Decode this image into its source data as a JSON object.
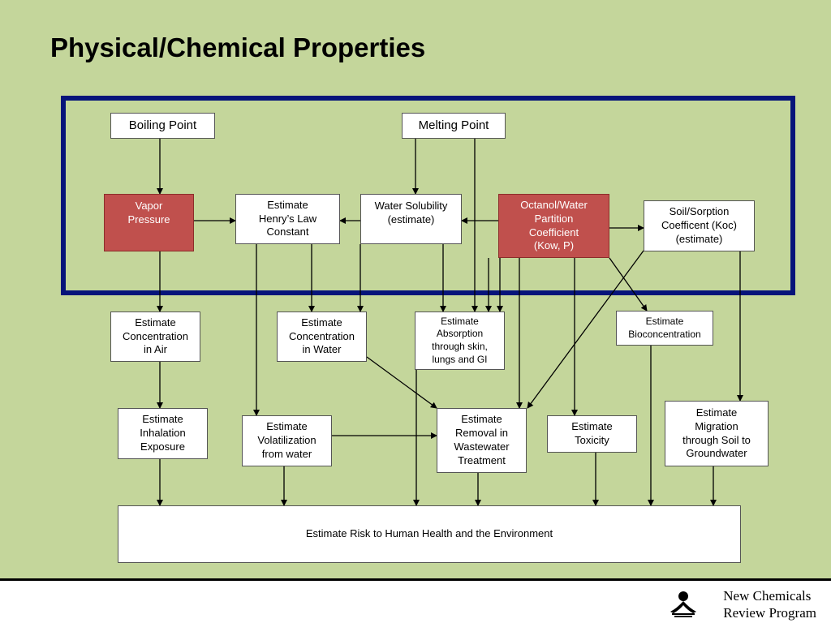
{
  "slide": {
    "title": "Physical/Chemical Properties"
  },
  "nodes": {
    "boiling_point": "Boiling Point",
    "melting_point": "Melting Point",
    "vapor_pressure": "Vapor\nPressure",
    "henrys_law": "Estimate\nHenry’s Law\nConstant",
    "water_solubility": "Water  Solubility\n(estimate)",
    "octanol_water": "Octanol/Water\nPartition\nCoefficient\n(Kow, P)",
    "soil_sorption": "Soil/Sorption\nCoefficent (Koc)\n(estimate)",
    "conc_air": "Estimate\nConcentration\nin Air",
    "conc_water": "Estimate\nConcentration\nin Water",
    "absorption": "Estimate\nAbsorption\nthrough skin,\nlungs and GI",
    "bioconcentration": "Estimate\nBioconcentration",
    "inhalation": "Estimate\nInhalation\nExposure",
    "volatilization": "Estimate\nVolatilization\nfrom water",
    "wastewater": "Estimate\nRemoval in\nWastewater\nTreatment",
    "toxicity": "Estimate\nToxicity",
    "migration": "Estimate\nMigration\nthrough Soil to\nGroundwater",
    "risk": "Estimate Risk to Human Health and the Environment"
  },
  "footer": {
    "program_line1": "New Chemicals",
    "program_line2": "Review Program",
    "logo_icon": "epa-seal-icon"
  },
  "colors": {
    "background": "#c4d69b",
    "frame": "#06147a",
    "highlight_box": "#c0504d"
  }
}
